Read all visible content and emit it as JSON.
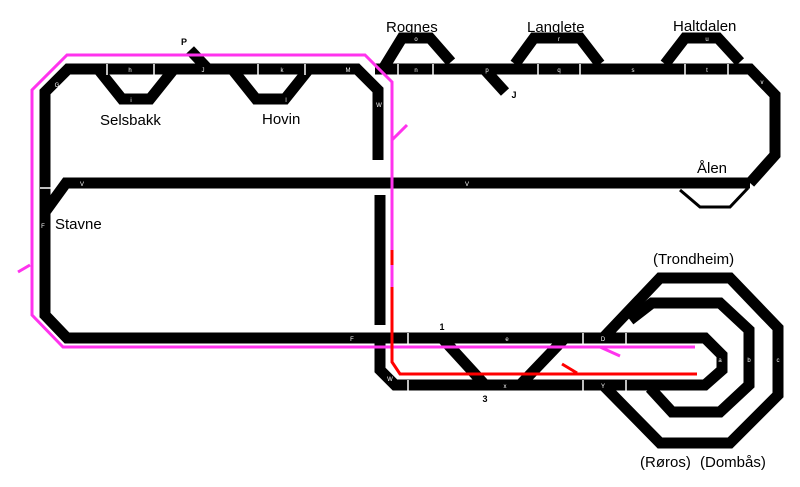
{
  "stations": {
    "selsbakk": "Selsbakk",
    "hovin": "Hovin",
    "stavne": "Stavne",
    "rognes": "Rognes",
    "langlete": "Langlete",
    "haltdalen": "Haltdalen",
    "alen": "Ålen",
    "trondheim": "(Trondheim)",
    "roros": "(Røros)",
    "dombas": "(Dombås)"
  },
  "segments": {
    "G": "G",
    "h": "h",
    "i": "i",
    "J": "J",
    "k": "k",
    "l": "l",
    "M": "M",
    "W": "W",
    "P": "P",
    "n": "n",
    "o": "o",
    "p": "p",
    "q": "q",
    "r": "r",
    "s": "s",
    "t": "t",
    "u": "u",
    "v": "v",
    "V": "V",
    "F": "F",
    "e": "e",
    "D": "D",
    "x": "x",
    "Y": "Y",
    "a": "a",
    "b": "b",
    "c": "c",
    "Jspur": "J"
  },
  "track_numbers": {
    "one": "1",
    "three": "3"
  },
  "colors": {
    "track": "#000000",
    "route_pink": "#ff33ee",
    "route_red": "#ff0000"
  }
}
